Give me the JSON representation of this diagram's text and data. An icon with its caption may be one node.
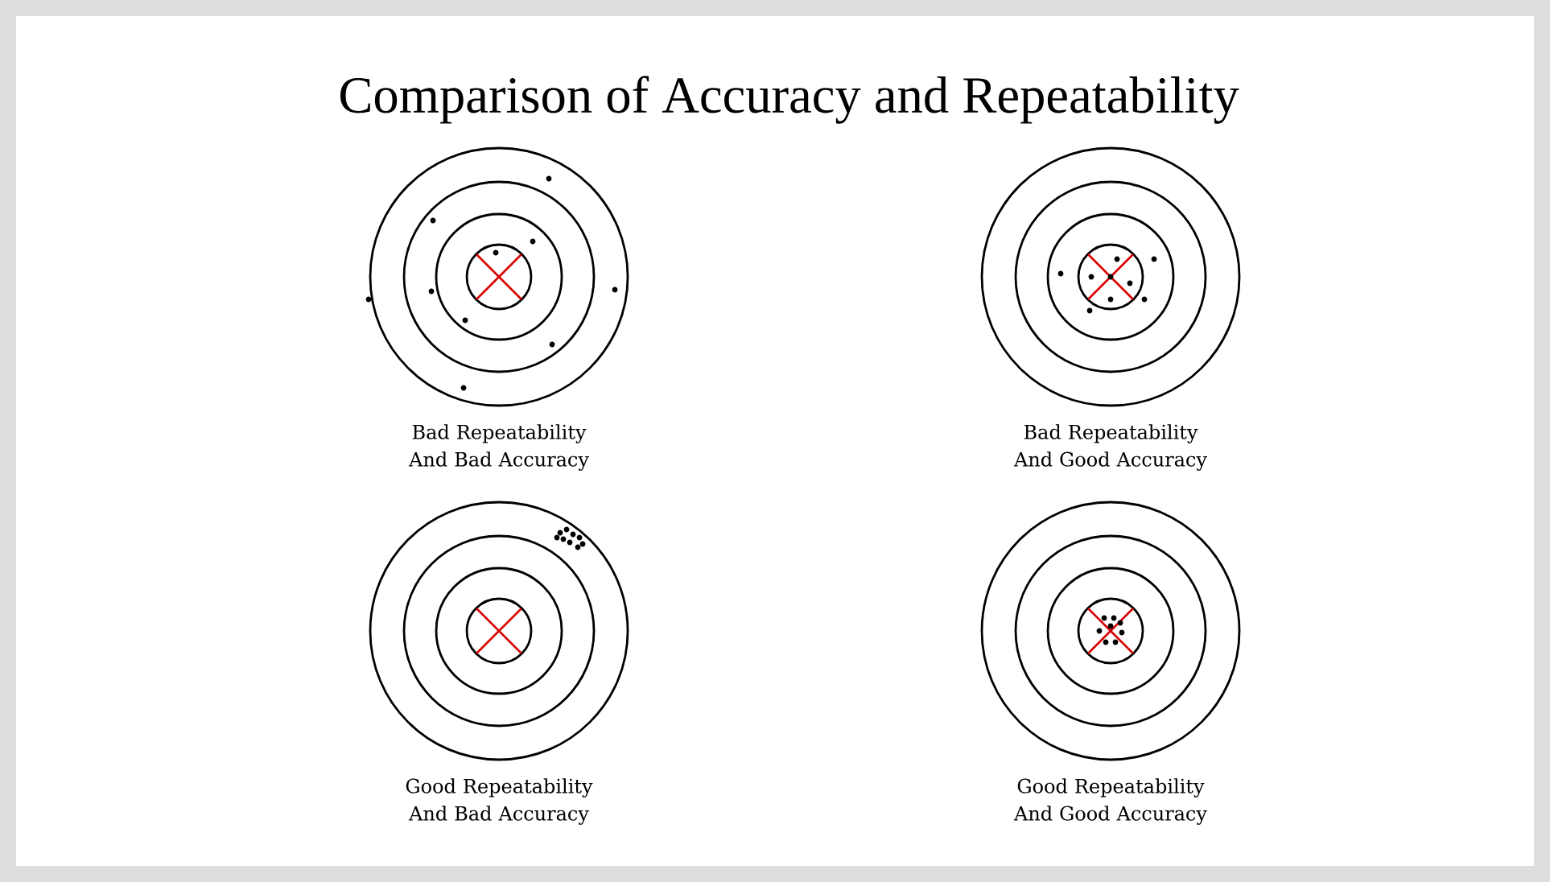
{
  "diagram": {
    "title": "Comparison of Accuracy and Repeatability",
    "labels": [
      "Bad Repeatability And Bad Accuracy",
      "Bad Repeatability And Good Accuracy",
      "Good Repeatability And Bad Accuracy",
      "Good Repeatability And Good Accuracy"
    ]
  }
}
